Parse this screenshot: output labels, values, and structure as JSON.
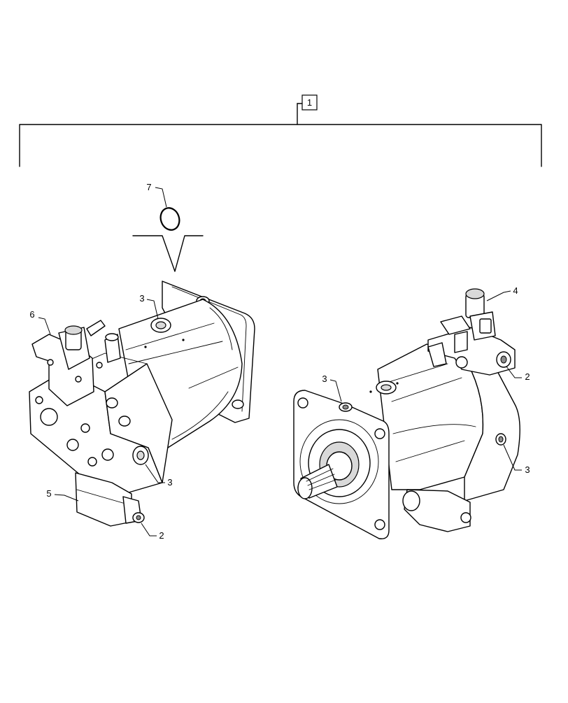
{
  "assembly": {
    "callout": "1"
  },
  "callouts": {
    "left_oring": "7",
    "left_control_valve": "6",
    "left_top_plug": "3",
    "left_side_plug": "3",
    "left_solenoid": "5",
    "left_bottom_plug": "2",
    "right_top_plug": "3",
    "right_sensor": "4",
    "right_valve_plug": "2",
    "right_side_plug": "3"
  }
}
